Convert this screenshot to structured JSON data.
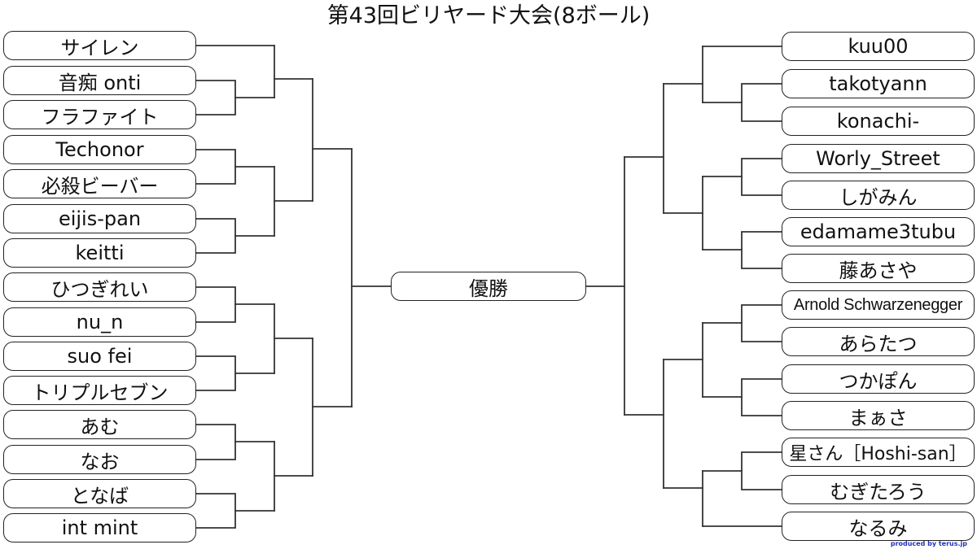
{
  "title": "第43回ビリヤード大会(8ボール)",
  "champion_label": "優勝",
  "credit": "produced by terus.jp",
  "left_bracket": [
    {
      "name": "サイレン"
    },
    {
      "name": "音痴 onti"
    },
    {
      "name": "フラファイト"
    },
    {
      "name": "Techonor"
    },
    {
      "name": "必殺ビーバー"
    },
    {
      "name": "eijis-pan"
    },
    {
      "name": "keitti"
    },
    {
      "name": "ひつぎれい"
    },
    {
      "name": "nu_n"
    },
    {
      "name": "suo fei"
    },
    {
      "name": "トリプルセブン"
    },
    {
      "name": "あむ"
    },
    {
      "name": "なお"
    },
    {
      "name": "となば"
    },
    {
      "name": "int mint"
    }
  ],
  "right_bracket": [
    {
      "name": "kuu00"
    },
    {
      "name": "takotyann"
    },
    {
      "name": "konachi-"
    },
    {
      "name": "Worly_Street"
    },
    {
      "name": "しがみん"
    },
    {
      "name": "edamame3tubu"
    },
    {
      "name": "藤あさや"
    },
    {
      "name": "Arnold Schwarzenegger"
    },
    {
      "name": "あらたつ"
    },
    {
      "name": "つかぽん"
    },
    {
      "name": "まぁさ"
    },
    {
      "name": "星さん［Hoshi-san］"
    },
    {
      "name": "むぎたろう"
    },
    {
      "name": "なるみ"
    }
  ],
  "colors": {
    "line": "#333333",
    "border": "#222222",
    "background": "#ffffff",
    "credit": "#2233bb"
  }
}
